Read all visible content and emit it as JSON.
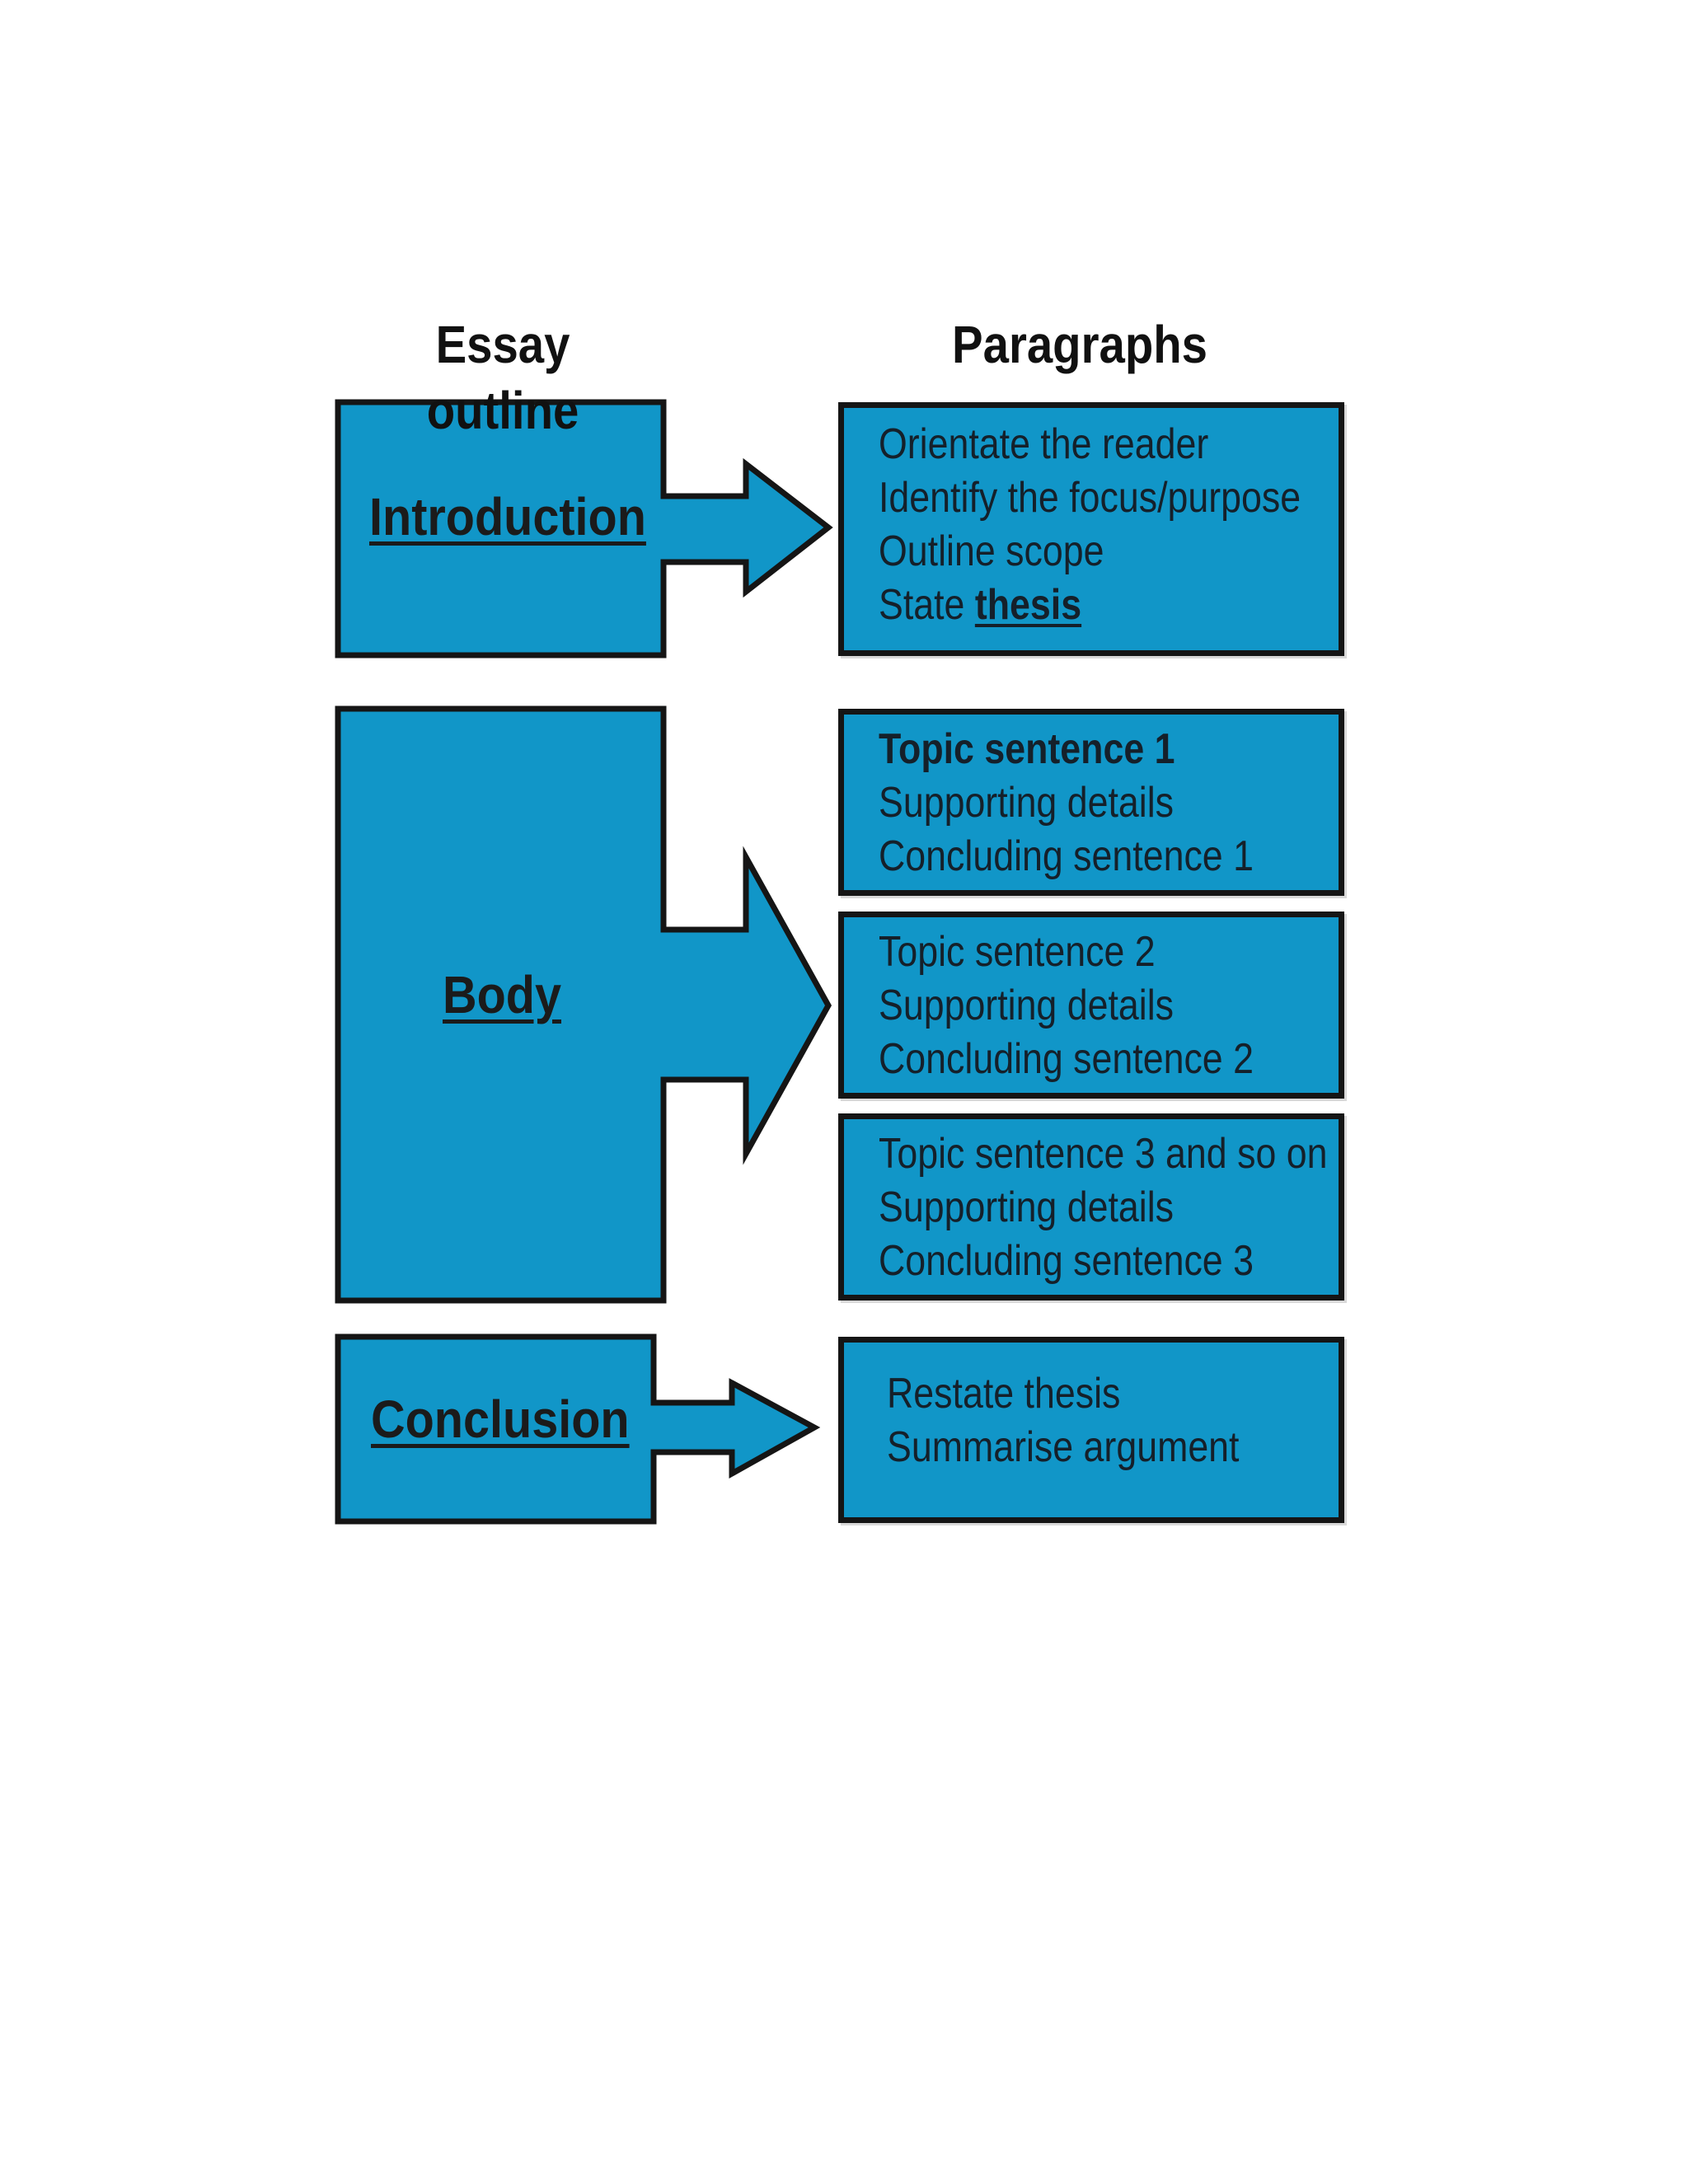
{
  "headings": {
    "left": "Essay outline",
    "right": "Paragraphs"
  },
  "sections": {
    "introduction": "Introduction",
    "body": "Body",
    "conclusion": "Conclusion"
  },
  "paragraphs": {
    "introduction": {
      "line1": "Orientate the reader",
      "line2": "Identify the focus/purpose",
      "line3": "Outline scope",
      "line4_prefix": "State ",
      "line4_emphasis": "thesis"
    },
    "body1": {
      "topic": "Topic sentence 1",
      "support": "Supporting details",
      "concluding": "Concluding sentence 1"
    },
    "body2": {
      "topic": "Topic sentence 2",
      "support": "Supporting details",
      "concluding": "Concluding sentence 2"
    },
    "body3": {
      "topic": "Topic sentence 3 and so on",
      "support": "Supporting details",
      "concluding": "Concluding sentence 3"
    },
    "conclusion": {
      "line1": "Restate thesis",
      "line2": "Summarise argument"
    }
  },
  "colors": {
    "fill": "#1196c8",
    "stroke": "#151515",
    "text": "#15202a"
  }
}
